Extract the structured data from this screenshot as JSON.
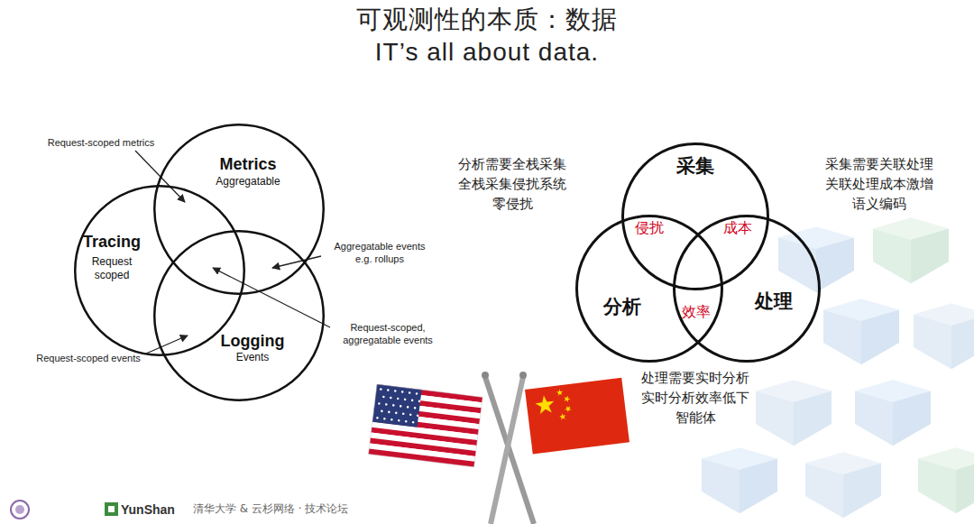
{
  "diagram": {
    "title": "可观测性的本质：数据 IT’s all about data.",
    "nodes": [
      {
        "text": [
          "Metrics",
          "Aggregatable"
        ]
      },
      {
        "text": [
          "Tracing",
          "Request scoped"
        ]
      },
      {
        "text": [
          "Logging",
          "Events"
        ]
      },
      {
        "text": [
          "采集"
        ]
      },
      {
        "text": [
          "分析"
        ]
      },
      {
        "text": [
          "处理"
        ]
      }
    ],
    "labels": [
      "Request-scoped metrics",
      "Aggregatable events e.g. rollups",
      "Request-scoped, aggregatable events",
      "Request-scoped events",
      "分析需要全栈采集 全栈采集侵扰系统 零侵扰",
      "采集需要关联处理 关联处理成本激增 语义编码",
      "侵扰",
      "成本",
      "效率",
      "处理需要实时分析 实时分析效率低下 智能体",
      "YunShan",
      "清华大学 & 云杉网络 · 技术论坛"
    ]
  }
}
